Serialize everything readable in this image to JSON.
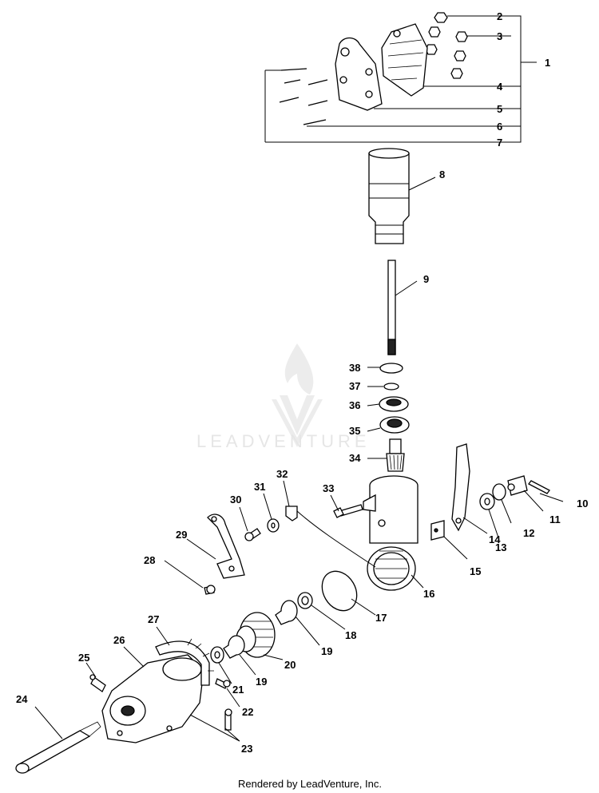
{
  "watermark": {
    "brand": "LEADVENTURE"
  },
  "footer": {
    "text": "Rendered by LeadVenture, Inc."
  },
  "callouts": [
    {
      "id": "c1",
      "label": "1"
    },
    {
      "id": "c2",
      "label": "2"
    },
    {
      "id": "c3",
      "label": "3"
    },
    {
      "id": "c4",
      "label": "4"
    },
    {
      "id": "c5",
      "label": "5"
    },
    {
      "id": "c6",
      "label": "6"
    },
    {
      "id": "c7",
      "label": "7"
    },
    {
      "id": "c8",
      "label": "8"
    },
    {
      "id": "c9",
      "label": "9"
    },
    {
      "id": "c10",
      "label": "10"
    },
    {
      "id": "c11",
      "label": "11"
    },
    {
      "id": "c12",
      "label": "12"
    },
    {
      "id": "c13",
      "label": "13"
    },
    {
      "id": "c14",
      "label": "14"
    },
    {
      "id": "c15",
      "label": "15"
    },
    {
      "id": "c16",
      "label": "16"
    },
    {
      "id": "c17",
      "label": "17"
    },
    {
      "id": "c18",
      "label": "18"
    },
    {
      "id": "c19a",
      "label": "19"
    },
    {
      "id": "c19b",
      "label": "19"
    },
    {
      "id": "c20",
      "label": "20"
    },
    {
      "id": "c21",
      "label": "21"
    },
    {
      "id": "c22",
      "label": "22"
    },
    {
      "id": "c23",
      "label": "23"
    },
    {
      "id": "c24",
      "label": "24"
    },
    {
      "id": "c25",
      "label": "25"
    },
    {
      "id": "c26",
      "label": "26"
    },
    {
      "id": "c27",
      "label": "27"
    },
    {
      "id": "c28",
      "label": "28"
    },
    {
      "id": "c29",
      "label": "29"
    },
    {
      "id": "c30",
      "label": "30"
    },
    {
      "id": "c31",
      "label": "31"
    },
    {
      "id": "c32",
      "label": "32"
    },
    {
      "id": "c33",
      "label": "33"
    },
    {
      "id": "c34",
      "label": "34"
    },
    {
      "id": "c35",
      "label": "35"
    },
    {
      "id": "c36",
      "label": "36"
    },
    {
      "id": "c37",
      "label": "37"
    },
    {
      "id": "c38",
      "label": "38"
    }
  ]
}
